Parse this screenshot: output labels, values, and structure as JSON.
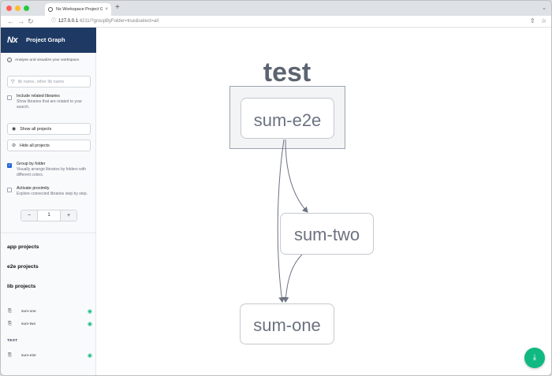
{
  "browser": {
    "tab_title": "Nx Workspace Project Graph",
    "tab_close": "×",
    "new_tab": "+",
    "url_host": "127.0.0.1",
    "url_path": ":4211/?groupByFolder=true&select=all",
    "back": "←",
    "forward": "→",
    "reload": "↻",
    "share": "⇪",
    "star": "☆",
    "chevron": "⌄"
  },
  "sidebar": {
    "logo": "Nx",
    "title": "Project Graph",
    "info_text": "Analyse and visualize your workspace.",
    "search_placeholder": "lib name, other lib name",
    "include_related": {
      "label": "Include related libraries",
      "description": "Show libraries that are related to your search.",
      "checked": false
    },
    "show_all_label": "Show all projects",
    "hide_all_label": "Hide all projects",
    "group_by_folder": {
      "label": "Group by folder",
      "description": "Visually arrange libraries by folders with different colors.",
      "checked": true
    },
    "activate_proximity": {
      "label": "Activate proximity",
      "description": "Explore connected libraries step by step.",
      "checked": false
    },
    "stepper": {
      "minus": "−",
      "value": "1",
      "plus": "+"
    },
    "app_projects_heading": "app projects",
    "e2e_projects_heading": "e2e projects",
    "lib_projects_heading": "lib projects",
    "lib_projects": [
      {
        "name": "sum-one"
      },
      {
        "name": "sum-two"
      }
    ],
    "folder_heading": "TEST",
    "folder_projects": [
      {
        "name": "sum-e2e"
      }
    ]
  },
  "graph": {
    "group_label": "test",
    "nodes": {
      "e2e": "sum-e2e",
      "two": "sum-two",
      "one": "sum-one"
    }
  },
  "colors": {
    "header_bg": "#1e3a64",
    "accent_green": "#10b981",
    "check_blue": "#1d64d6",
    "node_text": "#6b7280",
    "group_label": "#5b6470"
  },
  "download_button_icon": "download-icon"
}
